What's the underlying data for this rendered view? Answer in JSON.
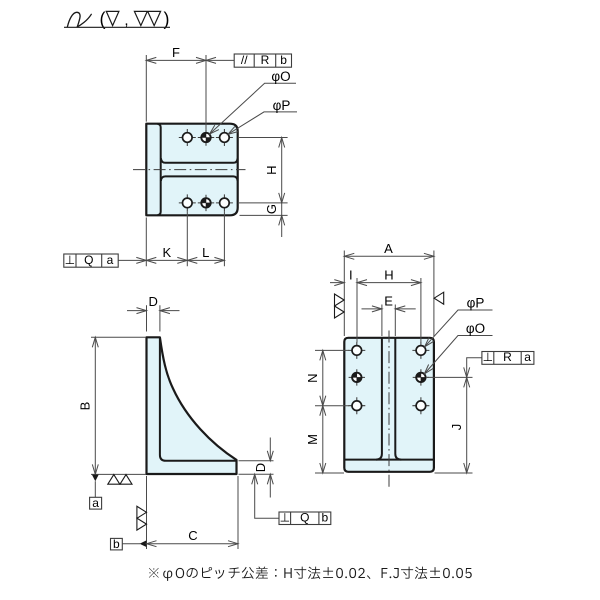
{
  "colors": {
    "plate_fill": "#e1f4f9",
    "outline": "#1a1a1a",
    "dim_line": "#4a4a4a"
  },
  "surface_note": {
    "open": "(",
    "comma": ",",
    "close": ")"
  },
  "top_view": {
    "dims": {
      "f": "F",
      "k": "K",
      "l": "L",
      "h": "H",
      "g": "G"
    },
    "hole_labels": {
      "o": "φO",
      "p": "φP"
    },
    "frame_parallelism": {
      "symbol": "//",
      "tolerance": "R",
      "datum": "b"
    },
    "frame_perpendicularity": {
      "symbol": "⊥",
      "tolerance": "Q",
      "datum": "a"
    }
  },
  "side_view": {
    "dims": {
      "d_top": "D",
      "b": "B",
      "c": "C",
      "d_base": "D"
    },
    "datum_a": "a",
    "datum_b": "b",
    "frame_perpendicularity": {
      "symbol": "⊥",
      "tolerance": "Q",
      "datum": "b"
    }
  },
  "front_view": {
    "dims": {
      "a": "A",
      "i": "I",
      "h": "H",
      "e": "E",
      "n": "N",
      "m": "M",
      "j": "J"
    },
    "hole_labels": {
      "o": "φO",
      "p": "φP"
    },
    "frame_perpendicularity": {
      "symbol": "⊥",
      "tolerance": "R",
      "datum": "a"
    }
  },
  "footnote": "※φOのピッチ公差：H寸法±0.02、F.J寸法±0.05"
}
